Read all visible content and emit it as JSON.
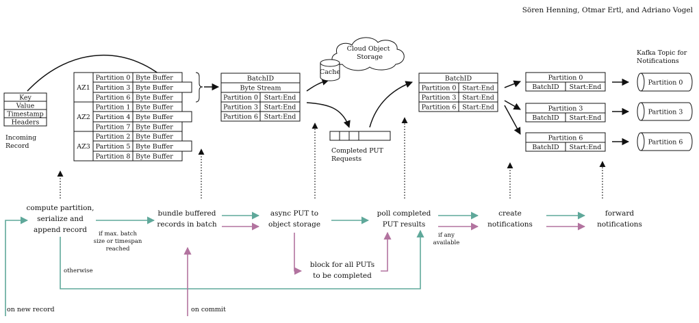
{
  "header": {
    "authors": "Sören Henning, Otmar Ertl, and Adriano Vogel"
  },
  "record": {
    "fields": [
      "Key",
      "Value",
      "Timestamp",
      "Headers"
    ],
    "label1": "Incoming",
    "label2": "Record"
  },
  "buffers": {
    "groups": [
      {
        "zone": "AZ1",
        "rows": [
          {
            "partition": "Partition 0",
            "buffer": "Byte Buffer"
          },
          {
            "partition": "Partition 3",
            "buffer": "Byte Buffer"
          },
          {
            "partition": "Partition 6",
            "buffer": "Byte Buffer"
          }
        ]
      },
      {
        "zone": "AZ2",
        "rows": [
          {
            "partition": "Partition 1",
            "buffer": "Byte Buffer"
          },
          {
            "partition": "Partition 4",
            "buffer": "Byte Buffer"
          },
          {
            "partition": "Partition 7",
            "buffer": "Byte Buffer"
          }
        ]
      },
      {
        "zone": "AZ3",
        "rows": [
          {
            "partition": "Partition 2",
            "buffer": "Byte Buffer"
          },
          {
            "partition": "Partition 5",
            "buffer": "Byte Buffer"
          },
          {
            "partition": "Partition 8",
            "buffer": "Byte Buffer"
          }
        ]
      }
    ]
  },
  "batch": {
    "title": "BatchID",
    "stream": "Byte Stream",
    "rows": [
      {
        "partition": "Partition 0",
        "range": "Start:End"
      },
      {
        "partition": "Partition 3",
        "range": "Start:End"
      },
      {
        "partition": "Partition 6",
        "range": "Start:End"
      }
    ]
  },
  "cloud": {
    "line1": "Cloud Object",
    "line2": "Storage",
    "cache": "Cache"
  },
  "completed": {
    "line1": "Completed PUT",
    "line2": "Requests"
  },
  "results": {
    "title": "BatchID",
    "rows": [
      {
        "partition": "Partition 0",
        "range": "Start:End"
      },
      {
        "partition": "Partition 3",
        "range": "Start:End"
      },
      {
        "partition": "Partition 6",
        "range": "Start:End"
      }
    ]
  },
  "notifications": [
    {
      "title": "Partition 0",
      "id": "BatchID",
      "range": "Start:End"
    },
    {
      "title": "Partition 3",
      "id": "BatchID",
      "range": "Start:End"
    },
    {
      "title": "Partition 6",
      "id": "BatchID",
      "range": "Start:End"
    }
  ],
  "topic": {
    "line1": "Kafka Topic for",
    "line2": "Notifications",
    "partitions": [
      "Partition 0",
      "Partition 3",
      "Partition 6"
    ]
  },
  "steps": {
    "compute": [
      "compute partition,",
      "serialize and",
      "append record"
    ],
    "bundle": [
      "bundle buffered",
      "records in batch"
    ],
    "put": [
      "async PUT to",
      "object storage"
    ],
    "poll": [
      "poll completed",
      "PUT results"
    ],
    "create": [
      "create",
      "notifications"
    ],
    "forward": [
      "forward",
      "notifications"
    ],
    "block": [
      "block for all PUTs",
      "to be completed"
    ]
  },
  "conditions": {
    "max": [
      "if max. batch",
      "size or timespan",
      "reached"
    ],
    "otherwise": "otherwise",
    "any": [
      "if any",
      "available"
    ],
    "new_record": "on new record",
    "commit": "on commit"
  },
  "colors": {
    "teal": "#5fa89a",
    "magenta": "#b2739f",
    "black": "#111111"
  }
}
